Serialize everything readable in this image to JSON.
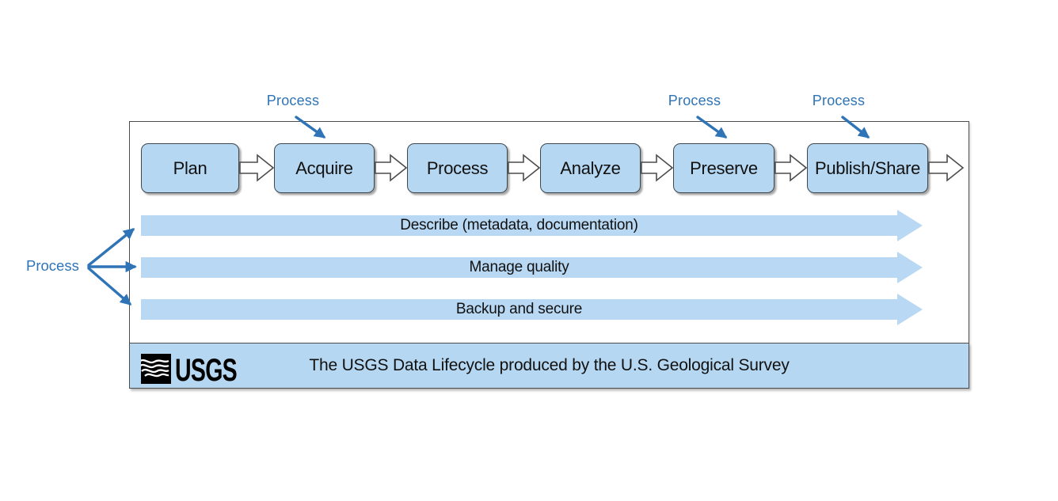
{
  "diagram": {
    "stages": [
      {
        "label": "Plan"
      },
      {
        "label": "Acquire"
      },
      {
        "label": "Process"
      },
      {
        "label": "Analyze"
      },
      {
        "label": "Preserve"
      },
      {
        "label": "Publish/Share"
      }
    ],
    "cross_cutting_activities": [
      {
        "label": "Describe (metadata, documentation)"
      },
      {
        "label": "Manage quality"
      },
      {
        "label": "Backup and secure"
      }
    ],
    "process_annotations": {
      "top": [
        "Process",
        "Process",
        "Process"
      ],
      "left": "Process"
    },
    "footer": {
      "logo_text": "USGS",
      "caption": "The USGS Data Lifecycle produced by the U.S. Geological Survey"
    },
    "colors": {
      "stage_fill": "#b6d7f1",
      "stage_border": "#40484f",
      "bar_fill": "#b8d8f3",
      "accent_blue": "#2e74b6",
      "frame_outline": "#4c4c4c",
      "text": "#111111"
    }
  }
}
